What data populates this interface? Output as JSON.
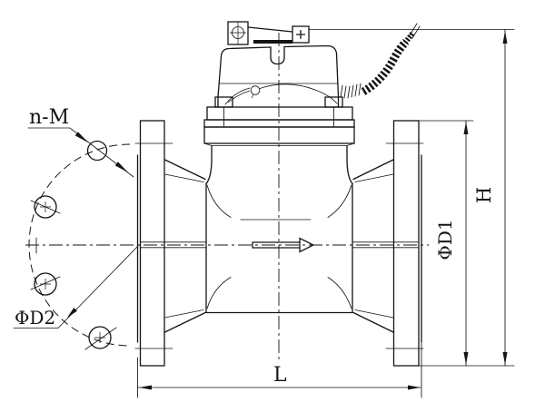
{
  "labels": {
    "bolt_spec": "n-M",
    "bolt_circle_diameter": "ΦD2",
    "outer_diameter": "ΦD1",
    "height": "H",
    "length": "L"
  },
  "colors": {
    "line": "#141414",
    "background": "#ffffff"
  }
}
